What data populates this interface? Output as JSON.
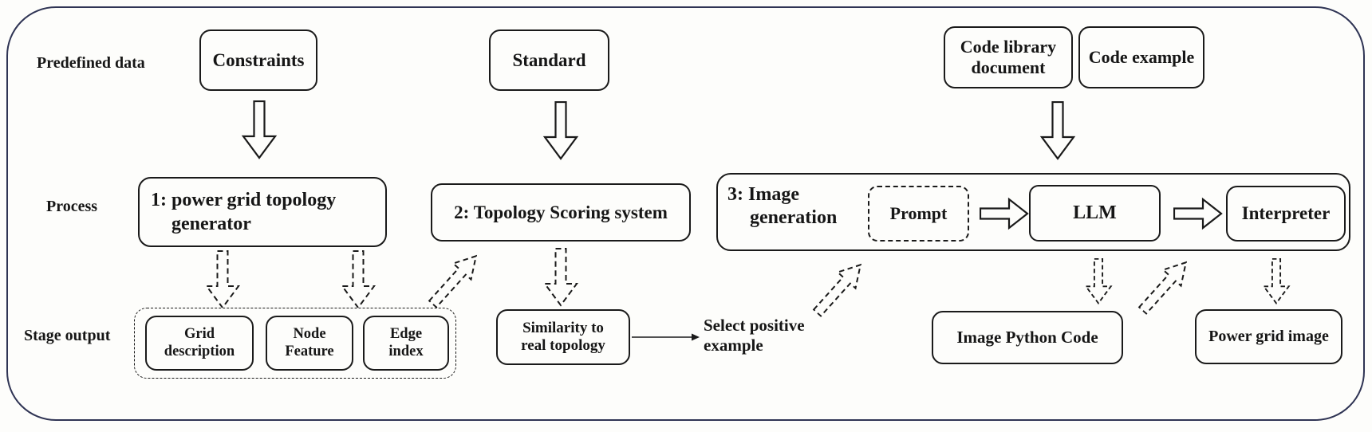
{
  "colors": {
    "frame_border": "#2f3454",
    "ink": "#1a1a1a",
    "background": "#fdfdfb"
  },
  "row_labels": {
    "predefined_data": "Predefined data",
    "process": "Process",
    "stage_output": "Stage output"
  },
  "predefined_data": {
    "constraints": "Constraints",
    "standard": "Standard",
    "code_library_document": {
      "line1": "Code library",
      "line2": "document"
    },
    "code_example": "Code example"
  },
  "process": {
    "step1": {
      "line1": "1: power grid topology",
      "line2": "generator"
    },
    "step2": "2: Topology Scoring system",
    "step3": {
      "line1": "3: Image",
      "line2": "generation"
    },
    "prompt": "Prompt",
    "llm": "LLM",
    "interpreter": "Interpreter"
  },
  "stage_output": {
    "grid_description": {
      "line1": "Grid",
      "line2": "description"
    },
    "node_feature": {
      "line1": "Node",
      "line2": "Feature"
    },
    "edge_index": {
      "line1": "Edge",
      "line2": "index"
    },
    "similarity": {
      "line1": "Similarity to",
      "line2": "real topology"
    },
    "select_positive_example": {
      "line1": "Select positive",
      "line2": "example"
    },
    "image_python_code": "Image Python Code",
    "power_grid_image": "Power grid image"
  }
}
